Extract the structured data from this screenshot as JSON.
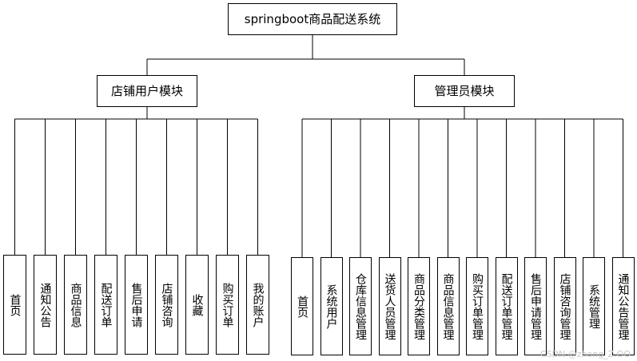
{
  "root": {
    "label": "springboot商品配送系统"
  },
  "modules": [
    {
      "label": "店铺用户模块",
      "children": [
        "首页",
        "通知公告",
        "商品信息",
        "配送订单",
        "售后申请",
        "店铺咨询",
        "收藏",
        "购买订单",
        "我的账户"
      ]
    },
    {
      "label": "管理员模块",
      "children": [
        "首页",
        "系统用户",
        "仓库信息管理",
        "送货人员管理",
        "商品分类管理",
        "商品信息管理",
        "购买订单管理",
        "配送订单管理",
        "售后申请管理",
        "店铺咨询管理",
        "系统管理",
        "通知公告管理"
      ]
    }
  ],
  "watermark": "CSDN @zhong_Z.OO"
}
